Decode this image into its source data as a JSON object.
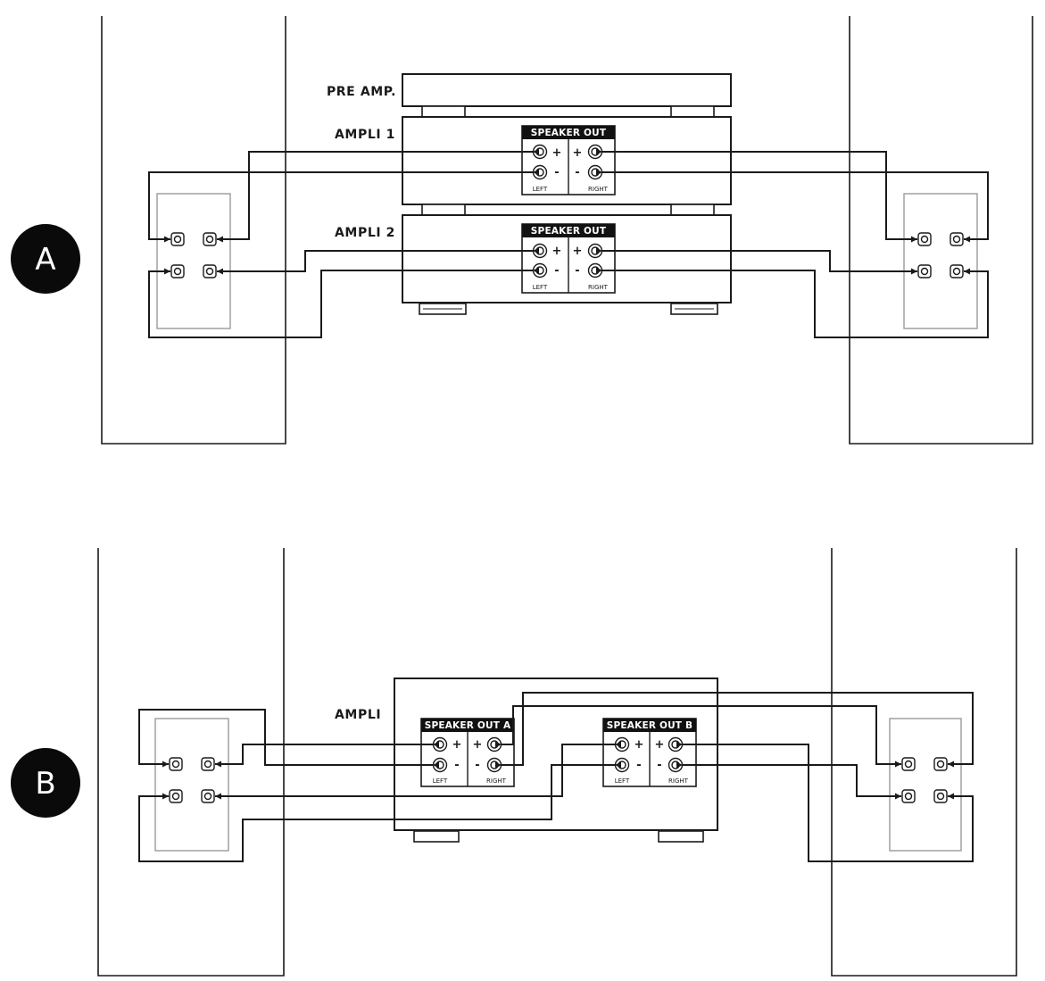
{
  "diagram_a": {
    "badge": "A",
    "preamp_label": "PRE AMP.",
    "amp1_label": "AMPLI 1",
    "amp2_label": "AMPLI 2",
    "panel_title": "SPEAKER OUT",
    "left_label": "LEFT",
    "right_label": "RIGHT",
    "plus": "+",
    "minus": "-"
  },
  "diagram_b": {
    "badge": "B",
    "amp_label": "AMPLI",
    "panel_a_title": "SPEAKER OUT A",
    "panel_b_title": "SPEAKER OUT B",
    "left_label": "LEFT",
    "right_label": "RIGHT",
    "plus": "+",
    "minus": "-"
  }
}
